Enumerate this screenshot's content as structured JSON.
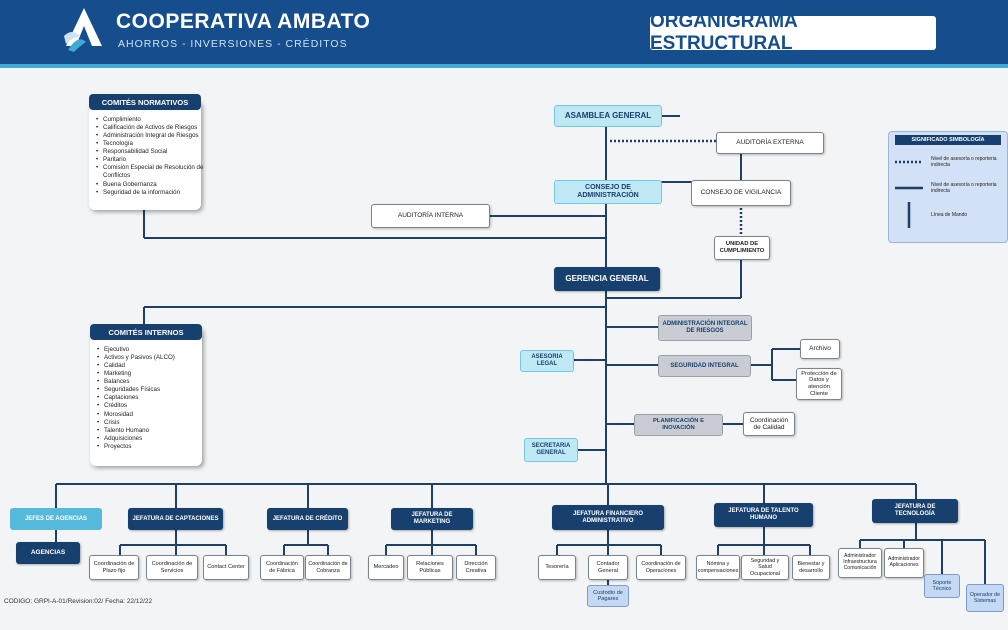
{
  "header": {
    "brand": "COOPERATIVA AMBATO",
    "tagline": "AHORROS - INVERSIONES - CRÉDITOS",
    "title": "ORGANIGRAMA ESTRUCTURAL"
  },
  "nodes": {
    "asamblea": "ASAMBLEA GENERAL",
    "auditoria_externa": "AUDITORÍA EXTERNA",
    "consejo_admin": "CONSEJO DE ADMINISTRACIÓN",
    "consejo_vigilancia": "CONSEJO DE VIGILANCIA",
    "auditoria_interna": "AUDITORÍA INTERNA",
    "unidad_cumplimiento": "UNIDAD DE CUMPLIMIENTO",
    "gerencia": "GERENCIA GENERAL",
    "admin_riesgos": "ADMINISTRACIÓN INTEGRAL DE RIESGOS",
    "asesoria_legal": "ASESORIA LEGAL",
    "seguridad_integral": "SEGURIDAD INTEGRAL",
    "archivo": "Archivo",
    "proteccion_datos": "Protección de Datos y atención Cliente",
    "planificacion": "PLANIFICACIÓN E INOVACIÓN",
    "coord_calidad": "Coordinación de Calidad",
    "secretaria": "SECRETARIA GENERAL",
    "jefes_agencias": "JEFES DE AGENCIAS",
    "agencias": "AGENCIAS",
    "jef_captaciones": "JEFATURA DE CAPTACIONES",
    "coord_plazo_fijo": "Coordinación de Plazo fijo",
    "coord_servicios": "Coordinación de Servicios",
    "contact_center": "Contact Center",
    "jef_credito": "JEFATURA DE CRÉDITO",
    "coord_fabrica": "Coordinación de Fábrica",
    "coord_cobranza": "Coordinación de Cobranza",
    "jef_marketing": "JEFATURA DE MARKETING",
    "mercadeo": "Mercadeo",
    "relaciones_publicas": "Relaciones Públicas",
    "direccion_creativa": "Dirección Creativa",
    "jef_financiero": "JEFATURA FINANCIERO ADMINISTRATIVO",
    "tesoreria": "Tesorería",
    "contador_general": "Contador General",
    "coord_operaciones": "Coordinación de Operaciones",
    "custodio_pagares": "Custodio de Pagares",
    "jef_talento": "JEFATURA DE TALENTO HUMANO",
    "nomina": "Nómina y compensaciones",
    "seguridad_salud": "Seguridad y Salud Ocupacional",
    "bienestar": "Bienestar y desarrollo",
    "jef_tecnologia": "JEFATURA DE TECNOLOGÍA",
    "admin_infra": "Administrador Infraestructura Comunicación",
    "admin_aplicaciones": "Administrador Aplicaciones",
    "soporte_tecnico": "Soporte Técnico",
    "operador_sistemas": "Operador de Sistemas"
  },
  "comites_normativos": {
    "title": "COMITÉS NORMATIVOS",
    "items": [
      "Cumplimiento",
      "Calificación de Activos de Riesgos",
      "Administración Integral de Riesgos",
      "Tecnología",
      "Responsabilidad Social",
      "Paritario",
      "Comisión Especial de Resolución de Conflictos",
      "Buena Gobernanza",
      "Seguridad de la información"
    ]
  },
  "comites_internos": {
    "title": "COMITÉS INTERNOS",
    "items": [
      "Ejecutivo",
      "Activos y Pasivos (ALCO)",
      "Calidad",
      "Marketing",
      "Balances",
      "Seguridades Físicas",
      "Captaciones",
      "Créditos",
      "Morosidad",
      "Crisis",
      "Talento Humano",
      "Adquisiciones",
      "Proyectos"
    ]
  },
  "legend": {
    "title": "SIGNIFICADO SIMBOLOGÍA",
    "dotted": "Nivel de asesoría o reporteria indirecta",
    "solid": "Nivel de asesoría o reporteria indirecta",
    "vertical": "Línea de Mando"
  },
  "footer": "CODIGO: GRPI-A-01/Revision:02/ Fecha: 22/12/22",
  "colors": {
    "header": "#164d8c",
    "accent": "#3fa9d8",
    "navy": "#17406e",
    "line": "#1e3f66",
    "cyan_box": "#bfe8f5",
    "gray_box": "#c9cdd3",
    "light_blue_box": "#c5d8f4"
  }
}
